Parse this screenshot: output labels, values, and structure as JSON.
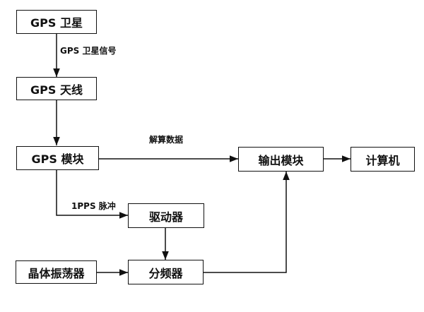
{
  "nodes": {
    "gps_satellite": "GPS 卫星",
    "gps_antenna": "GPS 天线",
    "gps_module": "GPS 模块",
    "output_module": "输出模块",
    "computer": "计算机",
    "driver": "驱动器",
    "crystal_oscillator": "晶体振荡器",
    "divider": "分频器"
  },
  "edge_labels": {
    "satellite_signal": "GPS 卫星信号",
    "solved_data": "解算数据",
    "pps_pulse": "1PPS 脉冲"
  },
  "colors": {
    "stroke": "#111111",
    "background": "#ffffff"
  }
}
